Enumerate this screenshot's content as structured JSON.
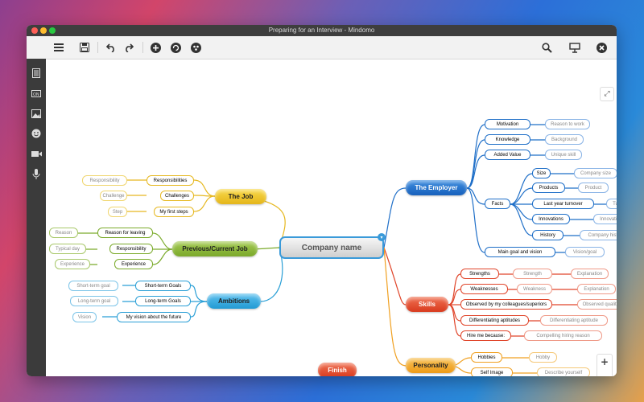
{
  "window": {
    "title": "Preparing for an Interview - Mindomo"
  },
  "colors": {
    "blue": "#1f6fc8",
    "yellow": "#e6b820",
    "green": "#7aaa2a",
    "cyan": "#2a9fd6",
    "red": "#e0452a",
    "orange": "#f0a020"
  },
  "toolbar": {
    "icons": [
      "menu-icon",
      "save-icon",
      "undo-icon",
      "redo-icon",
      "add-icon",
      "refresh-icon",
      "theme-icon",
      "search-icon",
      "present-icon",
      "close-icon"
    ]
  },
  "sidebar": {
    "icons": [
      "outline-icon",
      "rename-icon",
      "image-icon",
      "emoji-icon",
      "video-icon",
      "mic-icon"
    ]
  },
  "map": {
    "center": "Company name",
    "finish": "Finish",
    "the_job": {
      "label": "The Job",
      "children": [
        {
          "label": "Responsibilities",
          "sub": "Responsibility"
        },
        {
          "label": "Challenges",
          "sub": "Challenge"
        },
        {
          "label": "My first steps",
          "sub": "Step"
        }
      ]
    },
    "previous_job": {
      "label": "Previous/Current Job",
      "children": [
        {
          "label": "Reason for leaving",
          "sub": "Reason"
        },
        {
          "label": "Responsibility",
          "sub": "Typical day"
        },
        {
          "label": "Experience",
          "sub": "Experience"
        }
      ]
    },
    "ambitions": {
      "label": "Ambitions",
      "children": [
        {
          "label": "Short-term Goals",
          "sub": "Short-term goal"
        },
        {
          "label": "Long-term Goals",
          "sub": "Long-term goal"
        },
        {
          "label": "My vision about the future",
          "sub": "Vision"
        }
      ]
    },
    "employer": {
      "label": "The Employer",
      "children": [
        {
          "label": "Motivation",
          "sub": "Reason to work"
        },
        {
          "label": "Knowledge",
          "sub": "Background"
        },
        {
          "label": "Added Value",
          "sub": "Unique skill"
        },
        {
          "label": "Facts"
        },
        {
          "label": "Main goal and vision",
          "sub": "Vision/goal"
        }
      ],
      "facts": [
        {
          "label": "Size",
          "sub": "Company size"
        },
        {
          "label": "Products",
          "sub": "Product"
        },
        {
          "label": "Last year turnover",
          "sub": "Turnover"
        },
        {
          "label": "Innovations",
          "sub": "Innovation"
        },
        {
          "label": "History",
          "sub": "Company history"
        }
      ]
    },
    "skills": {
      "label": "Skills",
      "children": [
        {
          "label": "Strengths",
          "sub": "Strength",
          "sub2": "Explanation"
        },
        {
          "label": "Weaknesses",
          "sub": "Weakness",
          "sub2": "Explanation"
        },
        {
          "label": "Observed by my colleagues/superiors",
          "sub": "Observed qualities"
        },
        {
          "label": "Differentiating aptitudes",
          "sub": "Differentiating aptitude"
        },
        {
          "label": "Hire me because:",
          "sub": "Compelling hiring reason"
        }
      ]
    },
    "personality": {
      "label": "Personality",
      "children": [
        {
          "label": "Hobbies",
          "sub": "Hobby"
        },
        {
          "label": "Self Image",
          "sub": "Describe yourself"
        }
      ]
    }
  }
}
